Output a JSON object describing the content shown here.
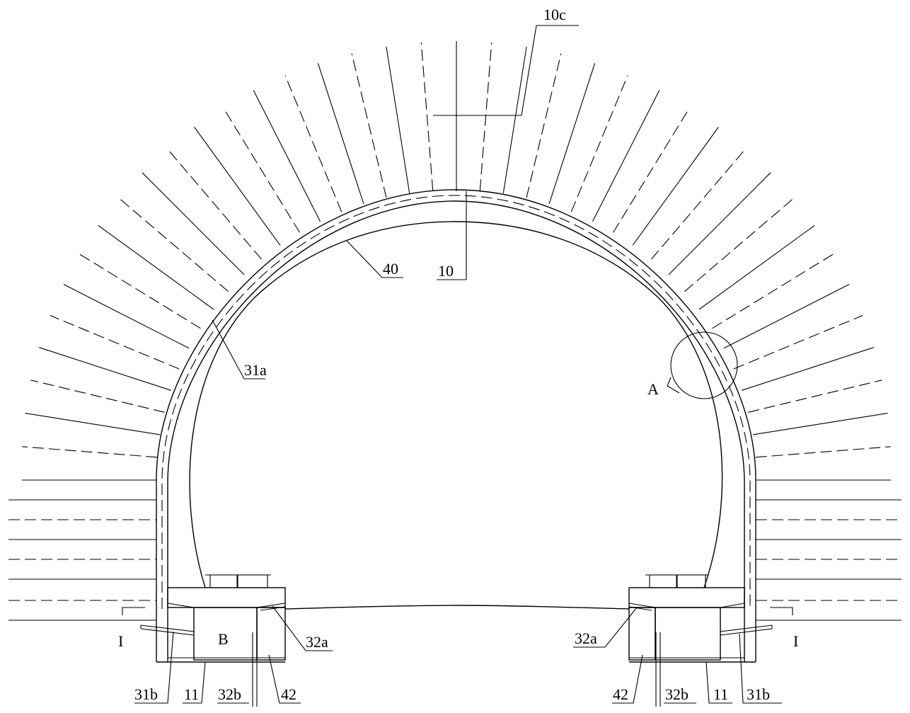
{
  "labels": {
    "tag_10c": "10c",
    "tag_10": "10",
    "tag_40": "40",
    "tag_31a": "31a",
    "tag_A": "A",
    "tag_B": "B",
    "tag_I_left": "I",
    "tag_I_right": "I",
    "tag_32a_left": "32a",
    "tag_32a_right": "32a",
    "tag_31b_left": "31b",
    "tag_31b_right": "31b",
    "tag_11_left": "11",
    "tag_11_right": "11",
    "tag_32b_left": "32b",
    "tag_32b_right": "32b",
    "tag_42_left": "42",
    "tag_42_right": "42"
  },
  "colors": {
    "line": "#000000",
    "background": "#ffffff"
  }
}
